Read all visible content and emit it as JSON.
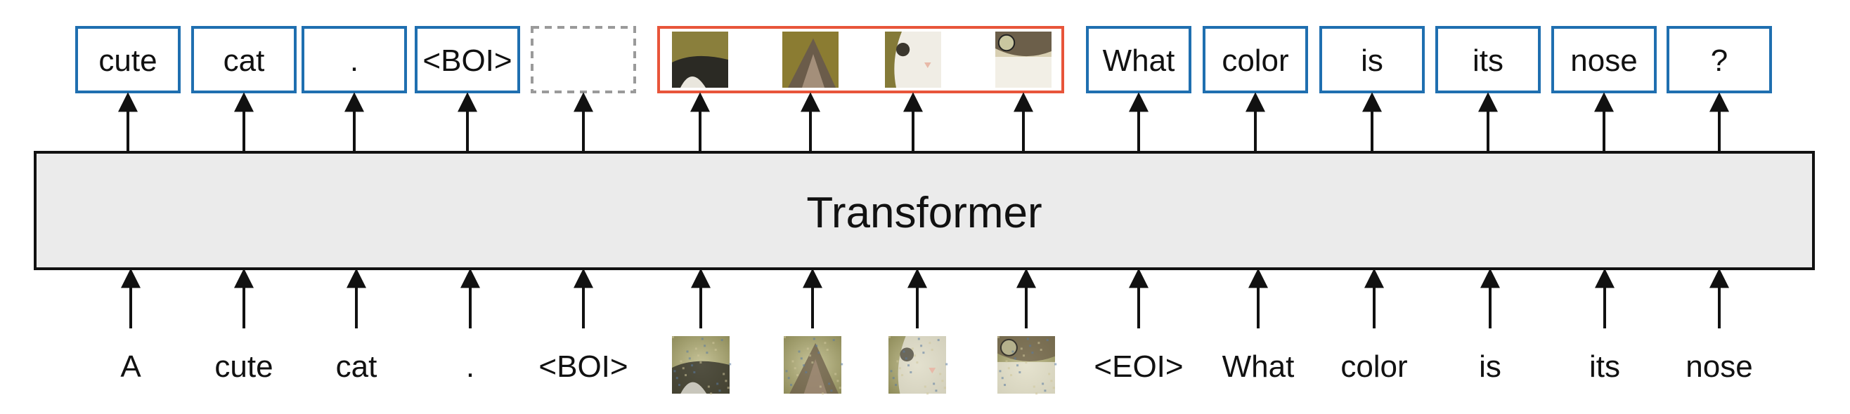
{
  "transformer": {
    "label": "Transformer"
  },
  "input_tokens": [
    {
      "kind": "text",
      "text": "A"
    },
    {
      "kind": "text",
      "text": "cute"
    },
    {
      "kind": "text",
      "text": "cat"
    },
    {
      "kind": "text",
      "text": "."
    },
    {
      "kind": "text",
      "text": "<BOI>"
    },
    {
      "kind": "image",
      "image": "cat-patch-noisy-1"
    },
    {
      "kind": "image",
      "image": "cat-patch-noisy-2"
    },
    {
      "kind": "image",
      "image": "cat-patch-noisy-3"
    },
    {
      "kind": "image",
      "image": "cat-patch-noisy-4"
    },
    {
      "kind": "text",
      "text": "<EOI>"
    },
    {
      "kind": "text",
      "text": "What"
    },
    {
      "kind": "text",
      "text": "color"
    },
    {
      "kind": "text",
      "text": "is"
    },
    {
      "kind": "text",
      "text": "its"
    },
    {
      "kind": "text",
      "text": "nose"
    }
  ],
  "output_tokens": [
    {
      "kind": "text",
      "text": "cute"
    },
    {
      "kind": "text",
      "text": "cat"
    },
    {
      "kind": "text",
      "text": "."
    },
    {
      "kind": "text",
      "text": "<BOI>"
    },
    {
      "kind": "empty"
    },
    {
      "kind": "image",
      "image": "cat-patch-1"
    },
    {
      "kind": "image",
      "image": "cat-patch-2"
    },
    {
      "kind": "image",
      "image": "cat-patch-3"
    },
    {
      "kind": "image",
      "image": "cat-patch-4"
    },
    {
      "kind": "text",
      "text": "What"
    },
    {
      "kind": "text",
      "text": "color"
    },
    {
      "kind": "text",
      "text": "is"
    },
    {
      "kind": "text",
      "text": "its"
    },
    {
      "kind": "text",
      "text": "nose"
    },
    {
      "kind": "text",
      "text": "?"
    }
  ],
  "colors": {
    "text_box_border": "#1f6fb0",
    "image_group_border": "#e8553a",
    "empty_box_border": "#9a9a9a",
    "transformer_fill": "#ebebeb",
    "transformer_border": "#111111",
    "arrow": "#111111"
  }
}
